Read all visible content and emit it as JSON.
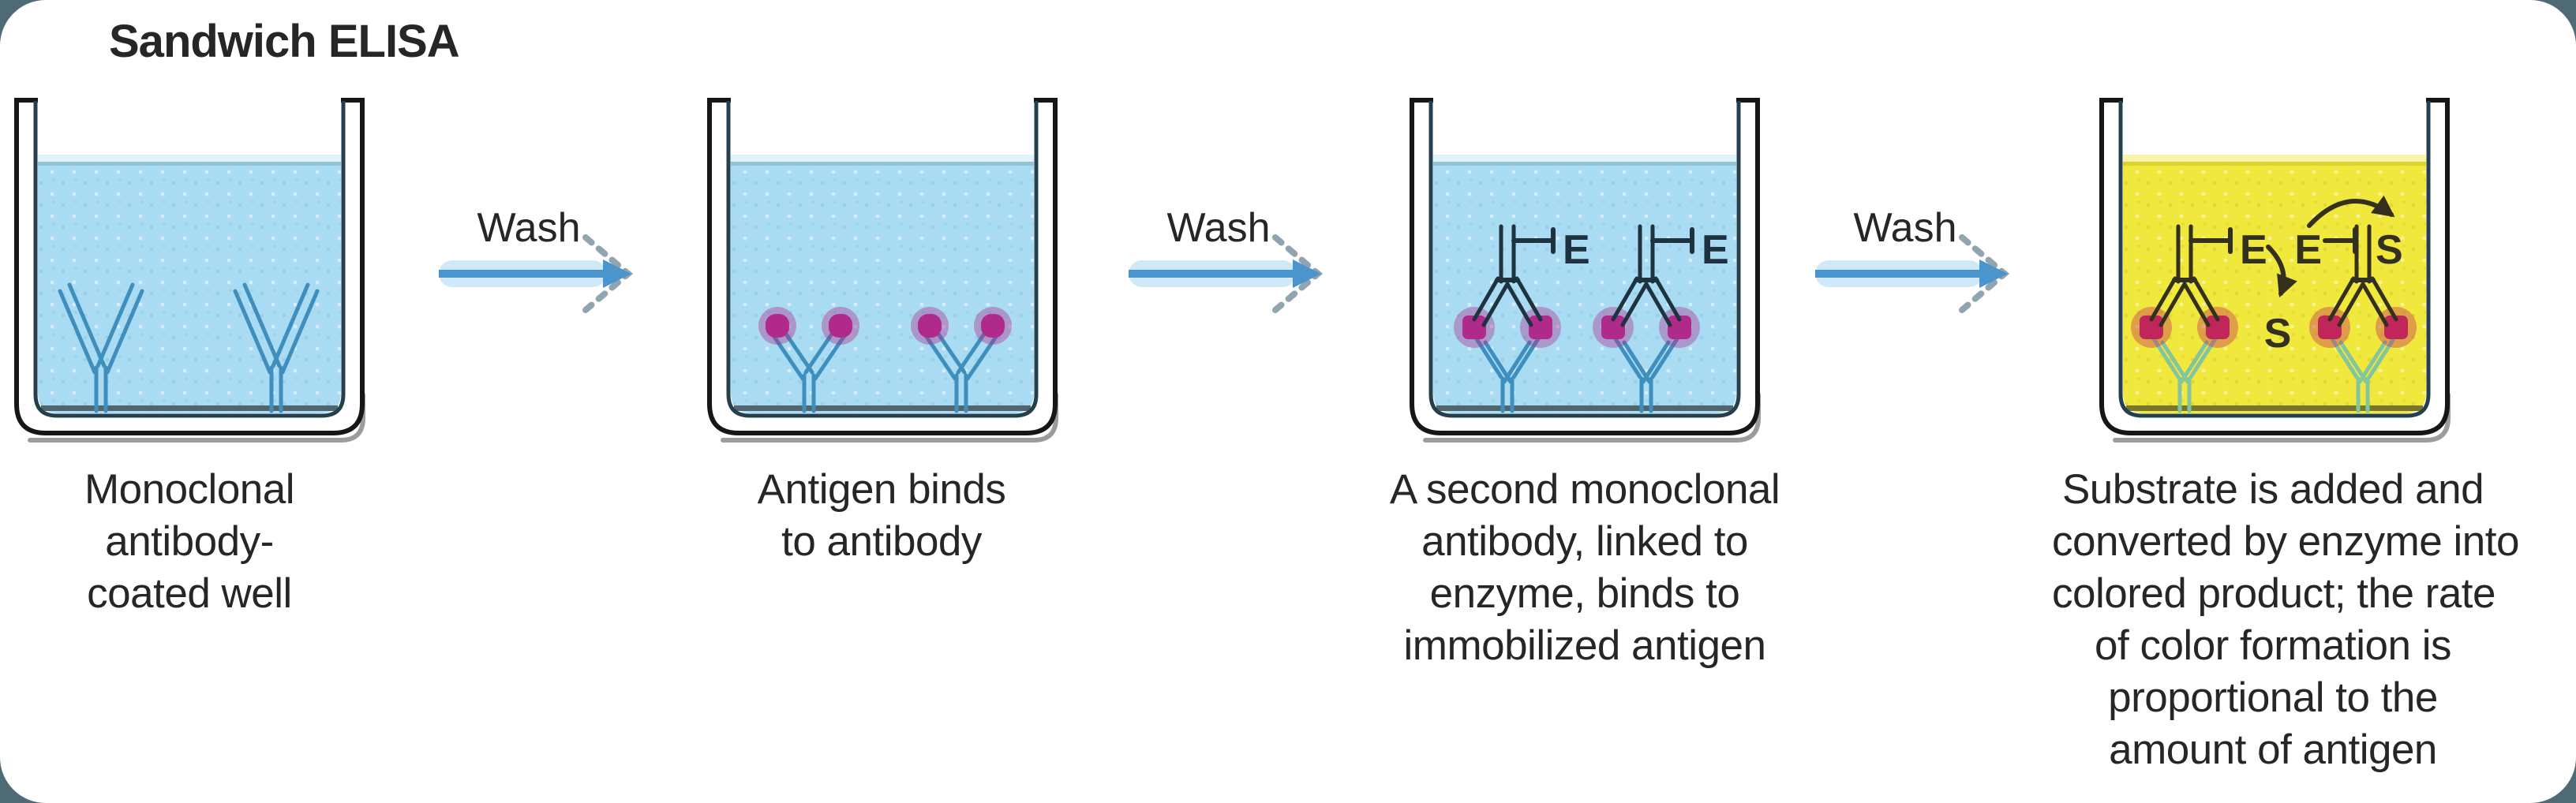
{
  "title": "Sandwich ELISA",
  "labels": {
    "enzyme": "E",
    "substrate": "S"
  },
  "wash_steps": [
    {
      "label": "Wash"
    },
    {
      "label": "Wash"
    },
    {
      "label": "Wash"
    }
  ],
  "wells": [
    {
      "id": 1,
      "liquid": "blue",
      "caption_lines": [
        "Monoclonal",
        "antibody-",
        "coated well"
      ]
    },
    {
      "id": 2,
      "liquid": "blue",
      "caption_lines": [
        "Antigen binds",
        "to antibody"
      ]
    },
    {
      "id": 3,
      "liquid": "blue",
      "caption_lines": [
        "A second monoclonal",
        "antibody, linked to",
        "enzyme, binds to",
        "immobilized antigen"
      ]
    },
    {
      "id": 4,
      "liquid": "yellow",
      "caption_lines": [
        "Substrate is added and",
        "converted by enzyme into",
        "colored product; the rate",
        "of color formation is",
        "proportional to the",
        "amount of antigen"
      ]
    }
  ],
  "palette": {
    "frame_bg": "#4e6a75",
    "text_dark": "#262626",
    "wall_black": "#161616",
    "wall_inner": "#24404c",
    "wall_shadow": "#9c9c9c",
    "liquid_blue": "#a9dcf2",
    "liquid_blue_surface": "#8fc3da",
    "liquid_blue_light": "#e1f3fb",
    "liquid_yellow": "#f0e83c",
    "liquid_yellow_surface": "#ddd32f",
    "liquid_yellow_light": "#f8f4ae",
    "floor_blue": "#50656e",
    "floor_yellow": "#77762c",
    "antibody_blue": "#3f8fbe",
    "antibody_green": "#85c59d",
    "dark_antibody": "#1e3240",
    "dark_antibody_olive": "#33301d",
    "antigen_magenta": "#b02a8c",
    "antigen_crimson": "#c1265a",
    "wash_blue": "#4b95cd",
    "wash_halo": "#cfe9f8",
    "chevron_gray": "#91a5b0"
  }
}
